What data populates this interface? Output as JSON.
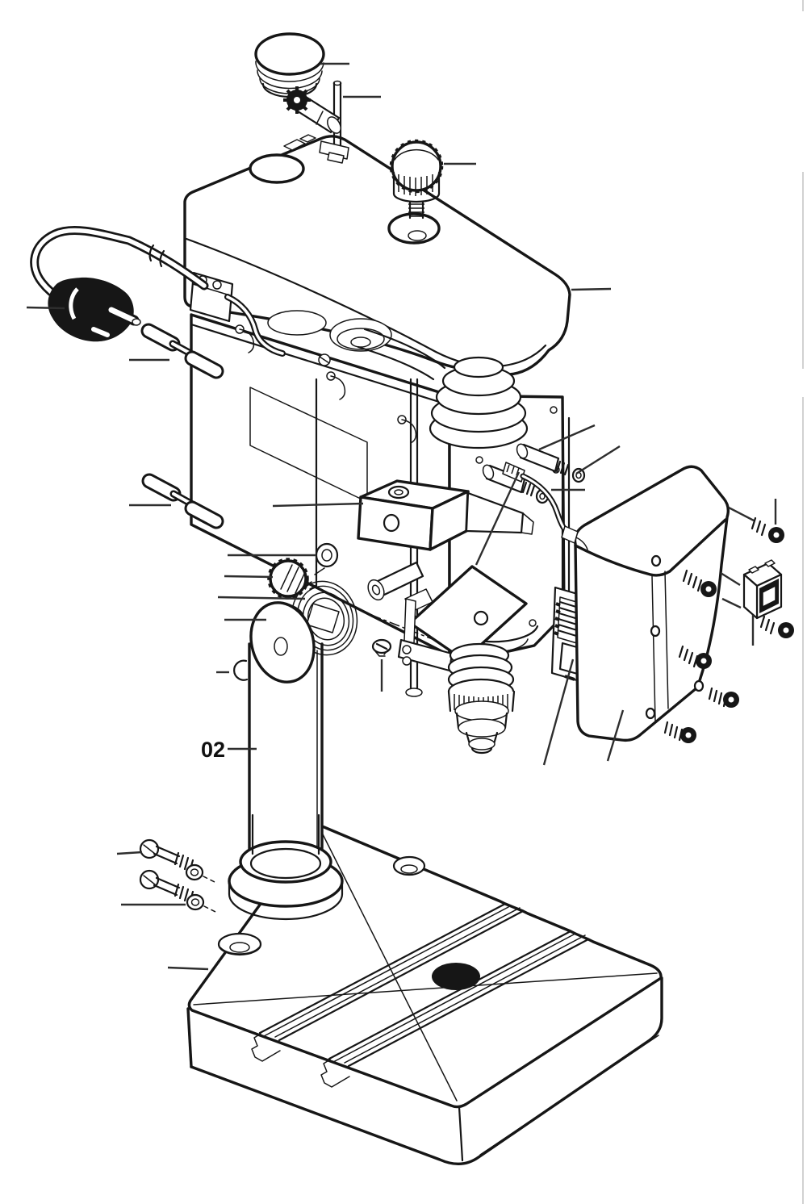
{
  "diagram": {
    "type": "exploded-parts-drawing",
    "subject": "bench drill press",
    "labels": {
      "column_label": "02"
    },
    "colors": {
      "line": "#161616",
      "background": "#ffffff",
      "page_edge": "#d2d2d2",
      "solid_fill": "#161616"
    },
    "parts": [
      "dust-cap",
      "depth-gauge-rod",
      "clamp-star-knob",
      "locking-thumb-knob",
      "belt-cover",
      "power-cord",
      "power-plug",
      "cord-clamp-bracket",
      "feed-handle-upper",
      "feed-handle-lower",
      "head-housing",
      "spindle-cone-pulley",
      "drive-belt",
      "pulley-openings",
      "retainer-clips",
      "guide-pin-upper",
      "guide-pin-lower",
      "small-washers",
      "motor-cable",
      "depth-stop-block",
      "flat-washer",
      "knurled-lock-nut",
      "return-spring",
      "spring-cover-disc",
      "retaining-ring",
      "set-screw",
      "pinion-shaft",
      "quill-bracket",
      "support-plate",
      "drill-chuck",
      "terminal-board",
      "switch-push-button",
      "switch-cover",
      "rocker-switch",
      "cover-screws",
      "column",
      "base",
      "t-slot-table",
      "center-hole",
      "mounting-bolts",
      "bolt-washers"
    ]
  }
}
